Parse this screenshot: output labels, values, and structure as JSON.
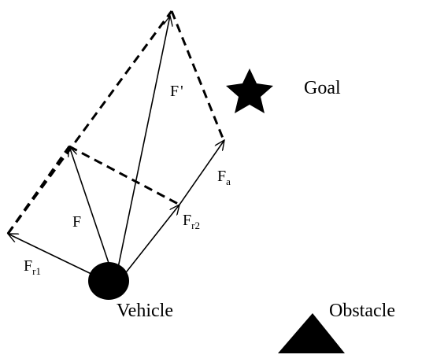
{
  "labels": {
    "goal": "Goal",
    "obstacle": "Obstacle",
    "vehicle": "Vehicle"
  },
  "forces": {
    "resultant_prime": {
      "main": "F",
      "suffix": "'"
    },
    "resultant": {
      "main": "F"
    },
    "attractive": {
      "main": "F",
      "sub": "a"
    },
    "repulsive_1": {
      "main": "F",
      "sub": "r1"
    },
    "repulsive_2": {
      "main": "F",
      "sub": "r2"
    }
  },
  "colors": {
    "ink": "#000000",
    "background": "#ffffff"
  },
  "icons": {
    "goal": "star-icon",
    "obstacle": "triangle-icon",
    "vehicle": "circle-icon"
  }
}
